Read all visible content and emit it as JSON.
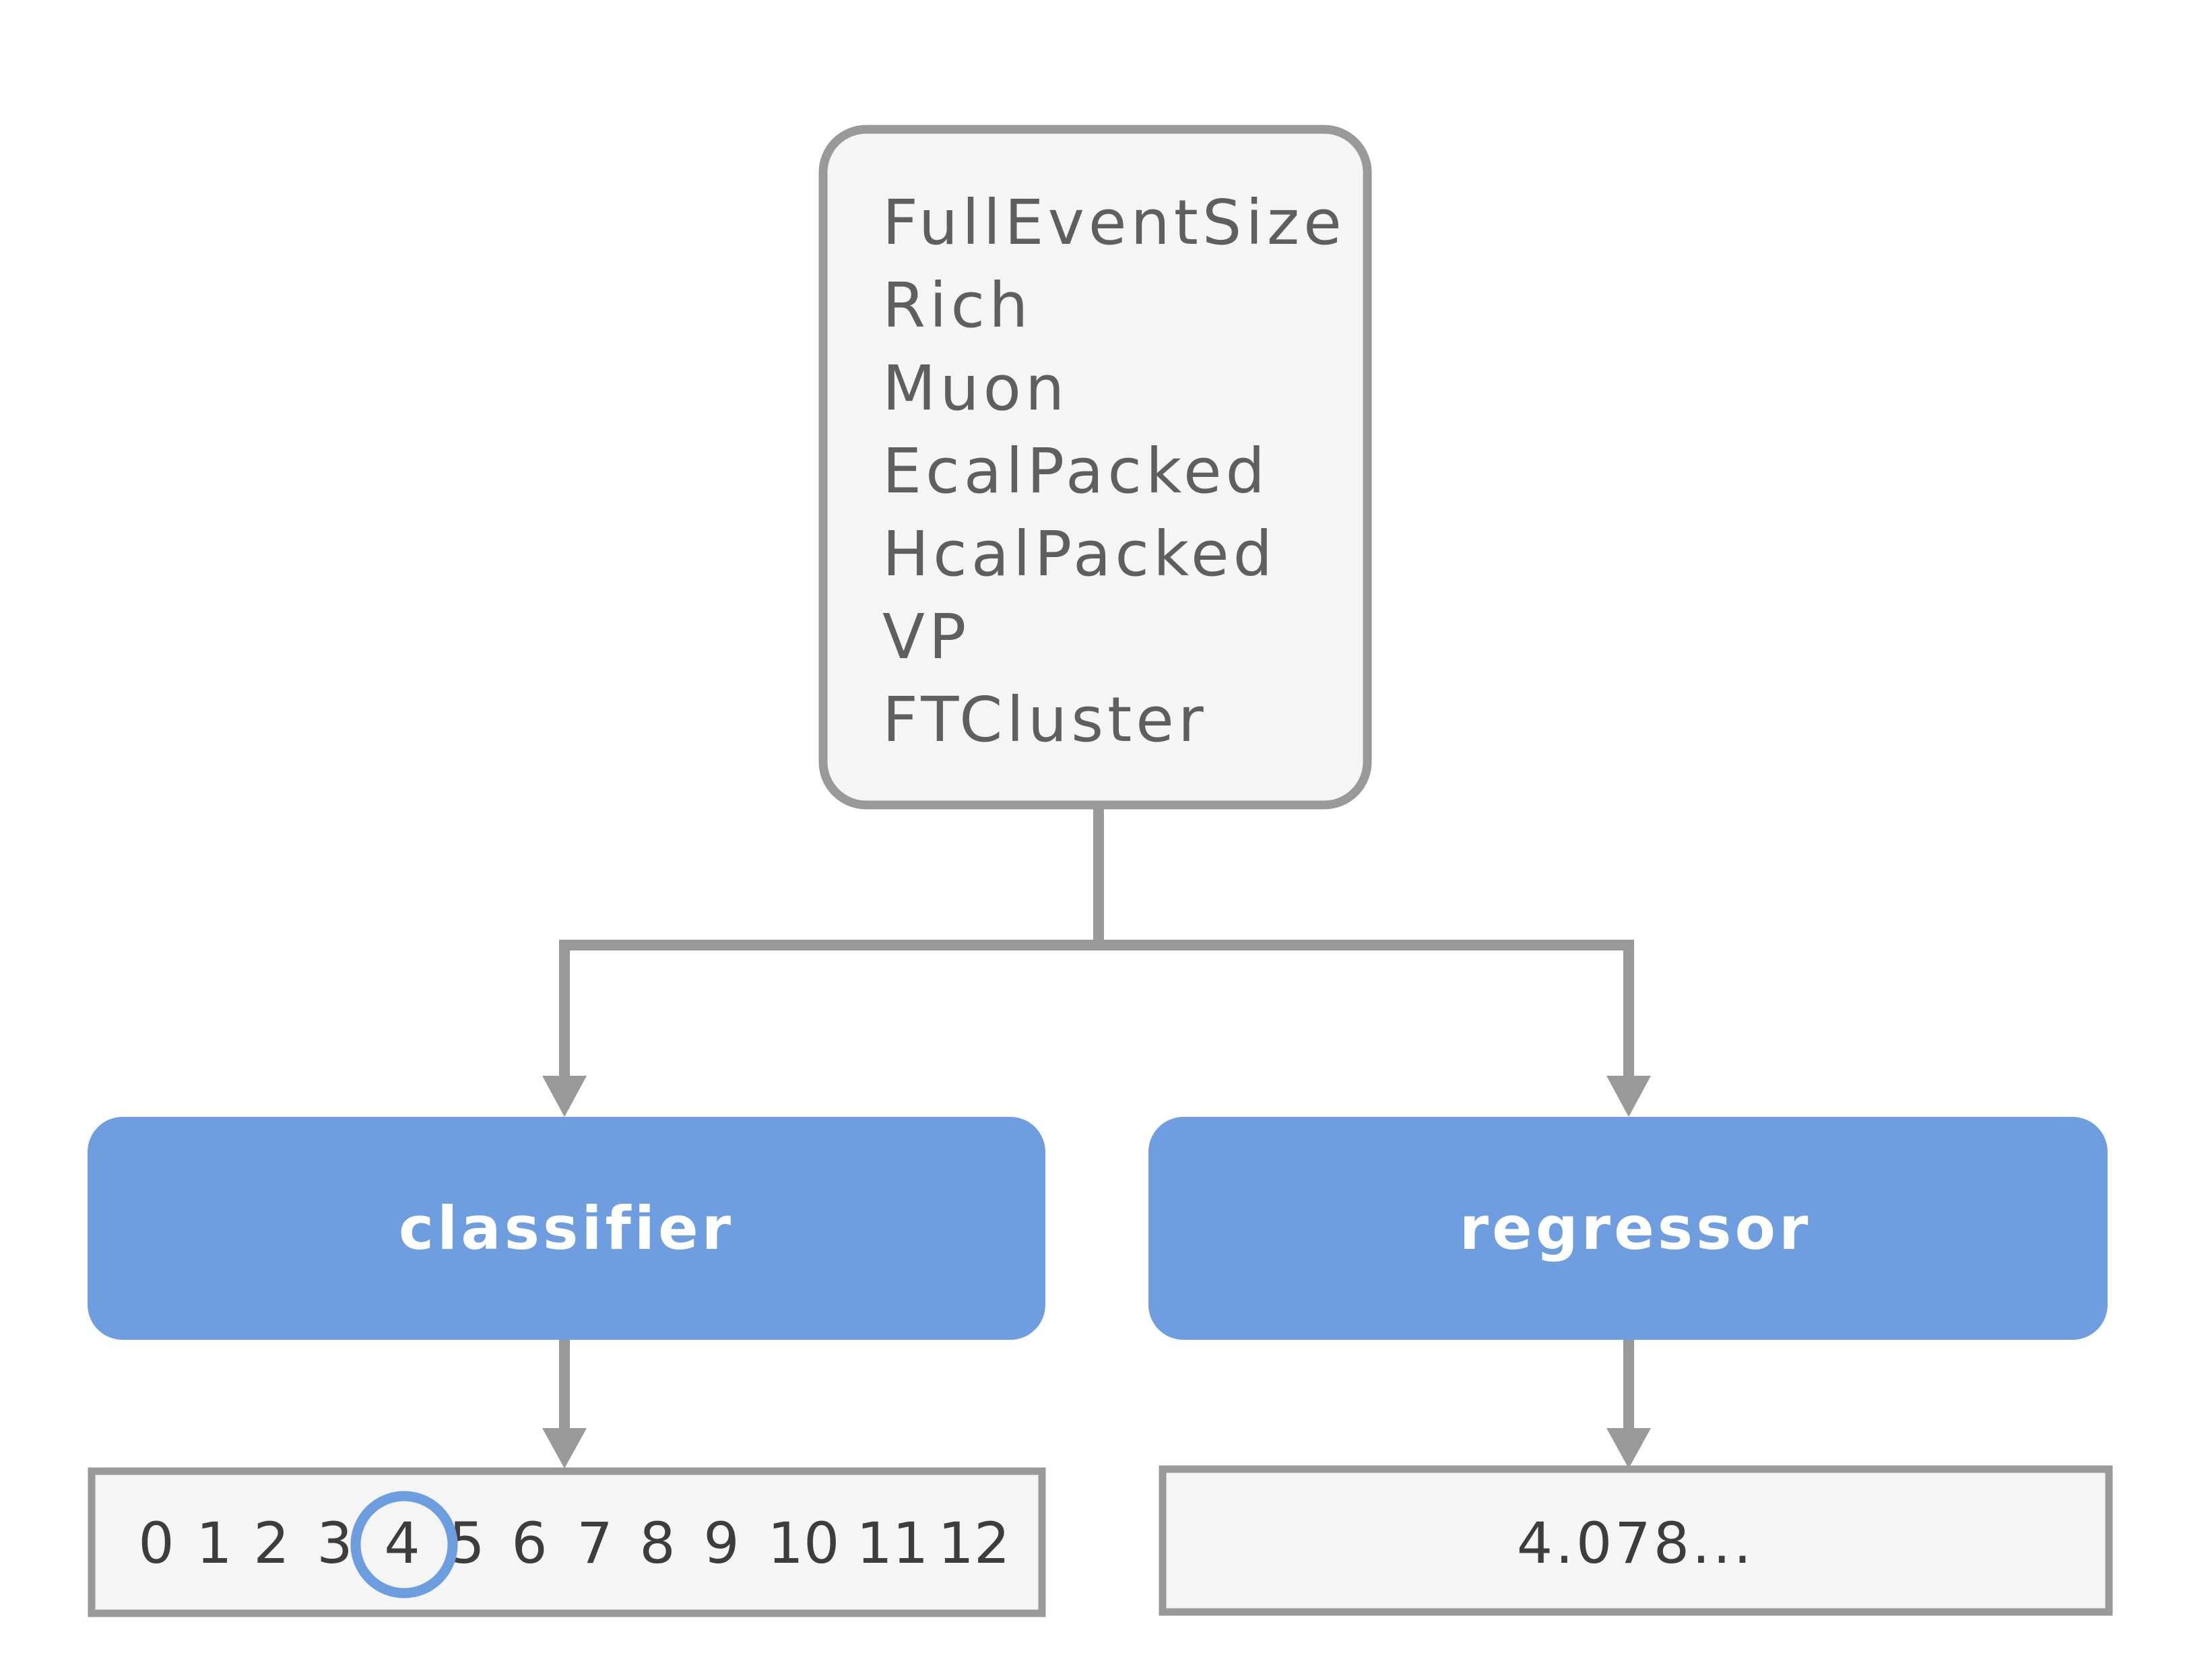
{
  "input_box": {
    "features": [
      "FullEventSize",
      "Rich",
      "Muon",
      "EcalPacked",
      "HcalPacked",
      "VP",
      "FTCluster"
    ]
  },
  "models": {
    "classifier_label": "classifier",
    "regressor_label": "regressor"
  },
  "classifier_output": {
    "classes": [
      "0",
      "1",
      "2",
      "3",
      "4",
      "5",
      "6",
      "7",
      "8",
      "9",
      "10",
      "11",
      "12"
    ],
    "selected": "4",
    "highlight_color": "#6b9ddf"
  },
  "regressor_output": {
    "value": "4.078..."
  },
  "colors": {
    "box_border": "#999999",
    "box_fill": "#f5f5f5",
    "model_fill": "#6e9ee0",
    "arrow": "#999999",
    "feature_text": "#5f5f5f"
  }
}
